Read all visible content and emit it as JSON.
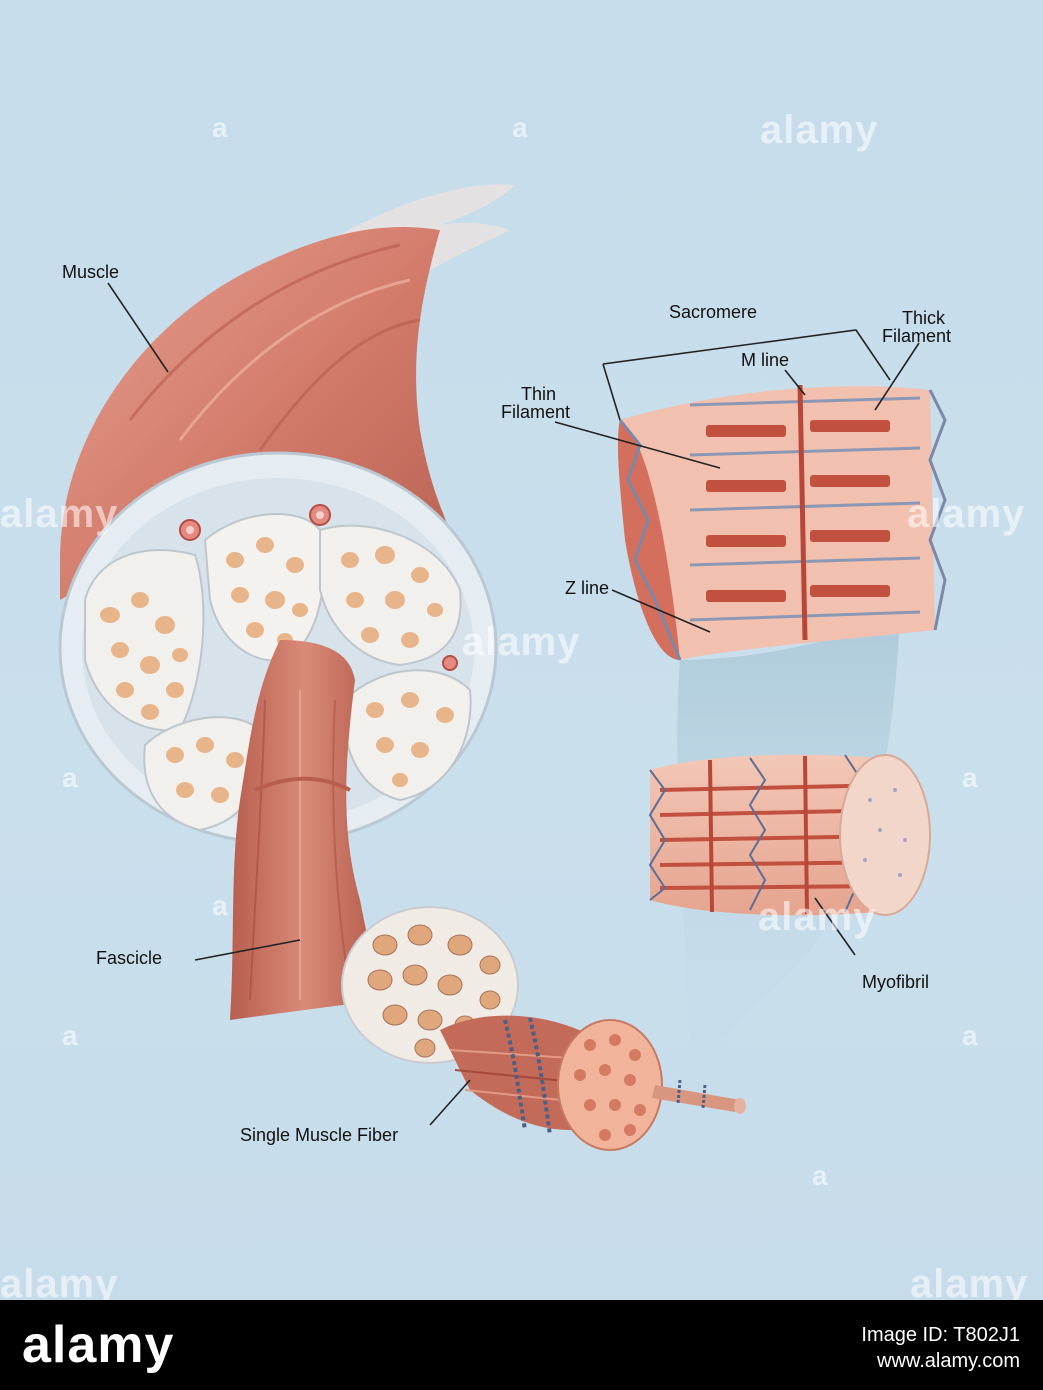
{
  "labels": {
    "muscle": "Muscle",
    "sacromere": "Sacromere",
    "thick_filament_1": "Thick",
    "thick_filament_2": "Filament",
    "m_line": "M line",
    "thin_filament_1": "Thin",
    "thin_filament_2": "Filament",
    "z_line": "Z line",
    "fascicle": "Fascicle",
    "myofibril": "Myofibril",
    "single_muscle_fiber": "Single Muscle Fiber"
  },
  "watermark": {
    "text": "alamy",
    "glyph": "a"
  },
  "footer": {
    "logo": "alamy",
    "line1": "Image ID: T802J1",
    "line2": "www.alamy.com"
  },
  "colors": {
    "background": "#c9dfec",
    "muscle": "#d27a6a",
    "muscle_dark": "#b25a4c",
    "connective": "#e8eef2",
    "fascicle_core": "#e8b48a",
    "band": "#c2503f"
  }
}
